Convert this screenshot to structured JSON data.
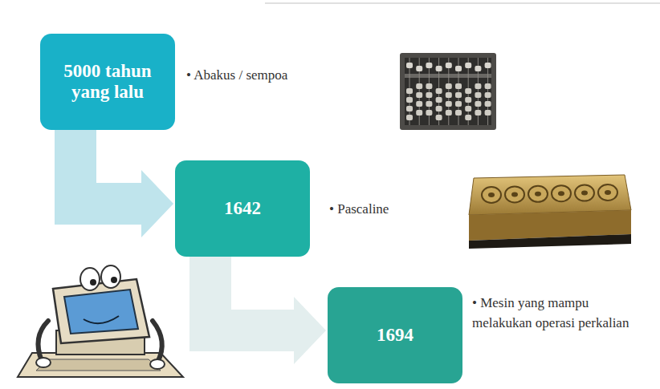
{
  "diagram": {
    "nodes": [
      {
        "text": [
          "5000 tahun yang lalu"
        ]
      },
      {
        "text": [
          "1642"
        ]
      },
      {
        "text": [
          "1694"
        ]
      }
    ],
    "edges": [
      {
        "from": 0,
        "to": 1,
        "arrow": "to"
      },
      {
        "from": 1,
        "to": 2,
        "arrow": "to"
      }
    ],
    "labels": [
      "• Abakus / sempoa",
      "• Pascaline",
      "• Mesin yang mampu melakukan operasi perkalian"
    ]
  }
}
